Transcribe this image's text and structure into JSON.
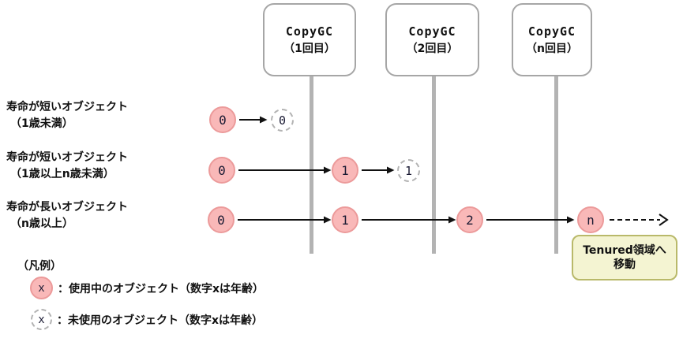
{
  "gc_boxes": [
    {
      "line1": "CopyGC",
      "line2": "（1回目）"
    },
    {
      "line1": "CopyGC",
      "line2": "（2回目）"
    },
    {
      "line1": "CopyGC",
      "line2": "（n回目）"
    }
  ],
  "rows": [
    {
      "label1": "寿命が短いオブジェクト",
      "label2": "（1歳未満）",
      "nodes": [
        {
          "value": "0",
          "state": "in-use"
        },
        {
          "value": "0",
          "state": "unused"
        }
      ]
    },
    {
      "label1": "寿命が短いオブジェクト",
      "label2": "（1歳以上n歳未満）",
      "nodes": [
        {
          "value": "0",
          "state": "in-use"
        },
        {
          "value": "1",
          "state": "in-use"
        },
        {
          "value": "1",
          "state": "unused"
        }
      ]
    },
    {
      "label1": "寿命が長いオブジェクト",
      "label2": "（n歳以上）",
      "nodes": [
        {
          "value": "0",
          "state": "in-use"
        },
        {
          "value": "1",
          "state": "in-use"
        },
        {
          "value": "2",
          "state": "in-use"
        },
        {
          "value": "n",
          "state": "in-use"
        }
      ]
    }
  ],
  "tenured_note": {
    "line1": "Tenured領域へ",
    "line2": "移動"
  },
  "legend": {
    "title": "（凡例）",
    "items": [
      {
        "symbol": "x",
        "state": "in-use",
        "label": "：使用中のオブジェクト（数字xは年齢）"
      },
      {
        "symbol": "x",
        "state": "unused",
        "label": "：未使用のオブジェクト（数字xは年齢）"
      }
    ]
  },
  "colors": {
    "object_in_use_fill": "#f9b8b8",
    "object_in_use_border": "#ec9a9a",
    "object_unused_border": "#b3b3b3",
    "gc_timeline": "#b3b3b3",
    "box_border": "#a6a6a6",
    "tenured_fill": "#f4f4d2",
    "tenured_border": "#b9b96a",
    "arrow": "#111111"
  }
}
